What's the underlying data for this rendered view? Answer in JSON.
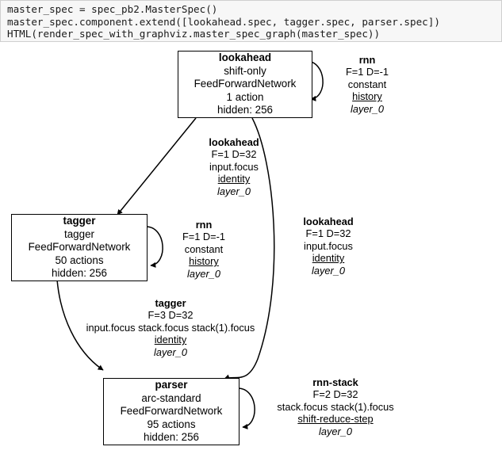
{
  "notebook": {
    "code_cell": {
      "lines": [
        "master_spec = spec_pb2.MasterSpec()",
        "master_spec.component.extend([lookahead.spec, tagger.spec, parser.spec])",
        "HTML(render_spec_with_graphviz.master_spec_graph(master_spec))"
      ],
      "background_color": "#f7f7f7",
      "border_color": "#cfcfcf",
      "text_color": "#1a1a1a"
    }
  },
  "graph": {
    "background_color": "#ffffff",
    "edge_color": "#000000",
    "node_border_color": "#000000",
    "node_fill_color": "#ffffff",
    "nodes": [
      {
        "id": "lookahead",
        "title": "lookahead",
        "lines": [
          "shift-only",
          "FeedForwardNetwork",
          "1 action",
          "hidden: 256"
        ]
      },
      {
        "id": "tagger",
        "title": "tagger",
        "lines": [
          "tagger",
          "FeedForwardNetwork",
          "50 actions",
          "hidden: 256"
        ]
      },
      {
        "id": "parser",
        "title": "parser",
        "lines": [
          "arc-standard",
          "FeedForwardNetwork",
          "95 actions",
          "hidden: 256"
        ]
      }
    ],
    "edges": [
      {
        "id": "lookahead-self",
        "from": "lookahead",
        "to": "lookahead",
        "title": "rnn",
        "fd": "F=1 D=-1",
        "source": "constant",
        "translator": "history",
        "layer": "layer_0"
      },
      {
        "id": "lookahead-tagger",
        "from": "lookahead",
        "to": "tagger",
        "title": "lookahead",
        "fd": "F=1 D=32",
        "source": "input.focus",
        "translator": "identity",
        "layer": "layer_0"
      },
      {
        "id": "lookahead-parser",
        "from": "lookahead",
        "to": "parser",
        "title": "lookahead",
        "fd": "F=1 D=32",
        "source": "input.focus",
        "translator": "identity",
        "layer": "layer_0"
      },
      {
        "id": "tagger-self",
        "from": "tagger",
        "to": "tagger",
        "title": "rnn",
        "fd": "F=1 D=-1",
        "source": "constant",
        "translator": "history",
        "layer": "layer_0"
      },
      {
        "id": "tagger-parser",
        "from": "tagger",
        "to": "parser",
        "title": "tagger",
        "fd": "F=3 D=32",
        "source": "input.focus stack.focus stack(1).focus",
        "translator": "identity",
        "layer": "layer_0"
      },
      {
        "id": "parser-self",
        "from": "parser",
        "to": "parser",
        "title": "rnn-stack",
        "fd": "F=2 D=32",
        "source": "stack.focus stack(1).focus",
        "translator": "shift-reduce-step",
        "layer": "layer_0"
      }
    ]
  }
}
